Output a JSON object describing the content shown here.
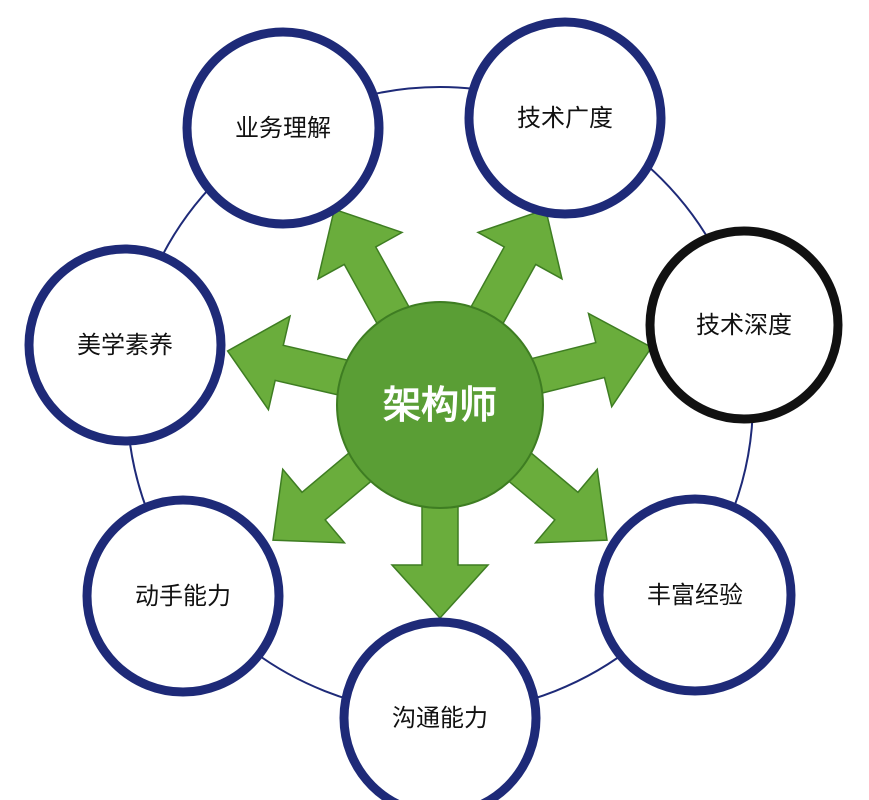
{
  "diagram": {
    "center": {
      "label": "架构师"
    },
    "nodes": [
      {
        "id": "business",
        "label": "业务理解"
      },
      {
        "id": "tech-breadth",
        "label": "技术广度"
      },
      {
        "id": "tech-depth",
        "label": "技术深度"
      },
      {
        "id": "experience",
        "label": "丰富经验"
      },
      {
        "id": "communication",
        "label": "沟通能力"
      },
      {
        "id": "hands-on",
        "label": "动手能力"
      },
      {
        "id": "aesthetics",
        "label": "美学素养"
      }
    ]
  },
  "colors": {
    "center_fill": "#5a9e35",
    "arrow_fill": "#6aad3c",
    "arrow_stroke": "#3e7d22",
    "node_stroke": "#1e2a78",
    "highlight_stroke": "#111111",
    "ring_stroke": "#1e2a78",
    "center_text": "#ffffff",
    "node_text": "#111111"
  }
}
